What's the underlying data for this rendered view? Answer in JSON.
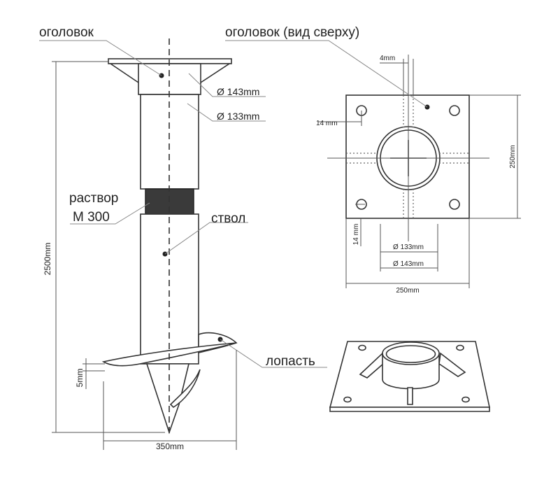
{
  "labels": {
    "head": "оголовок",
    "head_top": "оголовок (вид сверху)",
    "mortar_1": "раствор",
    "mortar_2": "М 300",
    "shaft": "ствол",
    "blade": "лопасть"
  },
  "dimensions": {
    "d143": "Ø 143mm",
    "d133": "Ø 133mm",
    "height": "2500mm",
    "blade_width": "350mm",
    "blade_thickness": "5mm",
    "plate_thickness": "4mm",
    "hole_offset_x": "14 mm",
    "hole_offset_y": "14 mm",
    "plate_w": "250mm",
    "plate_h": "250mm",
    "top_d133": "Ø 133mm",
    "top_d143": "Ø 143mm"
  }
}
